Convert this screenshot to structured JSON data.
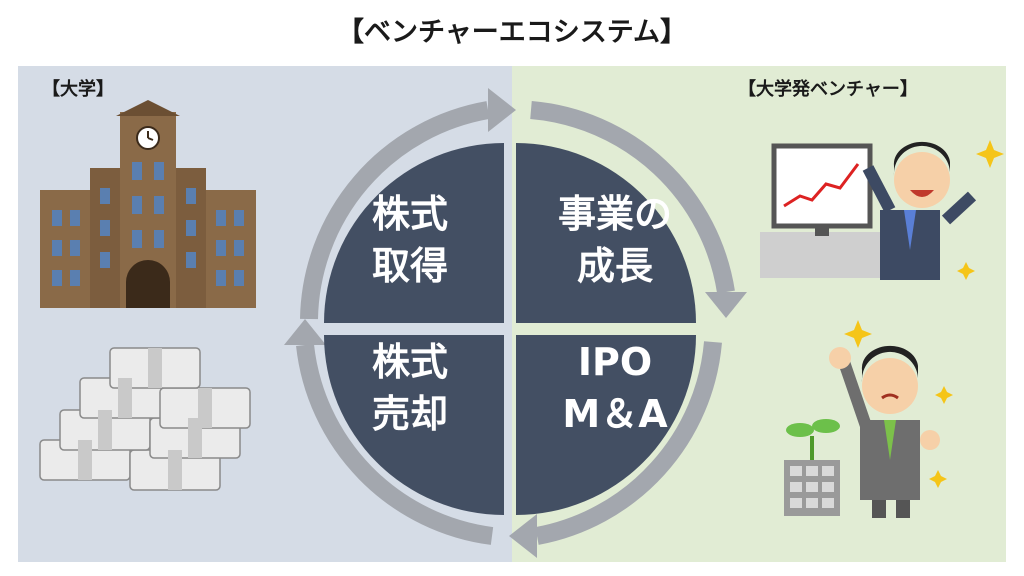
{
  "title": "【ベンチャーエコシステム】",
  "panels": {
    "left_label": "【大学】",
    "right_label": "【大学発ベンチャー】"
  },
  "cycle": {
    "top_left": [
      "株式",
      "取得"
    ],
    "top_right": [
      "事業の",
      "成長"
    ],
    "bottom_left": [
      "株式",
      "売却"
    ],
    "bottom_right": [
      "IPO",
      "M＆A"
    ]
  },
  "colors": {
    "quadrant": "#434f63",
    "arrow": "#a3a7ae",
    "left_panel": "#d5dce6",
    "right_panel": "#e1ecd4"
  },
  "illustrations": [
    "university-building-icon",
    "money-stack-icon",
    "businessman-chart-icon",
    "businessman-sprout-icon"
  ]
}
